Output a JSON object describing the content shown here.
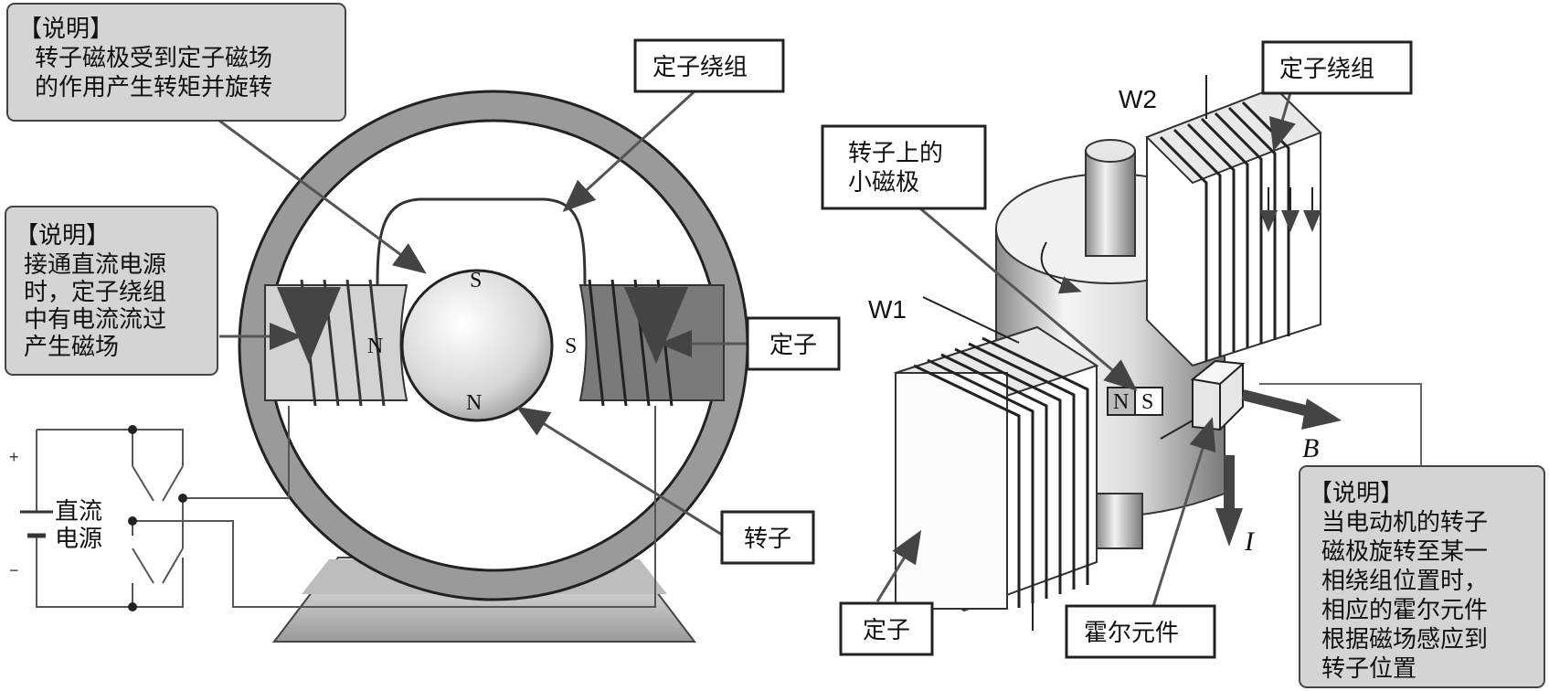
{
  "left": {
    "note_top": {
      "title": "【说明】",
      "line1": "转子磁极受到定子磁场",
      "line2": "的作用产生转矩并旋转"
    },
    "note_mid": {
      "title": "【说明】",
      "line1": "接通直流电源",
      "line2": "时，定子绕组",
      "line3": "中有电流流过",
      "line4": "产生磁场"
    },
    "label_winding": "定子绕组",
    "label_stator": "定子",
    "label_rotor": "转子",
    "pole_s_top": "S",
    "pole_n_bottom": "N",
    "pole_n_left": "N",
    "pole_s_right": "S",
    "supply_line1": "直流",
    "supply_line2": "电源",
    "plus": "+",
    "minus": "−"
  },
  "right": {
    "label_winding": "定子绕组",
    "label_magnet_line1": "转子上的",
    "label_magnet_line2": "小磁极",
    "label_stator": "定子",
    "label_hall": "霍尔元件",
    "w1": "W1",
    "w2": "W2",
    "mag_n": "N",
    "mag_s": "S",
    "arrow_b": "B",
    "arrow_i": "I",
    "note": {
      "title": "【说明】",
      "line1": "当电动机的转子",
      "line2": "磁极旋转至某一",
      "line3": "相绕组位置时，",
      "line4": "相应的霍尔元件",
      "line5": "根据磁场感应到",
      "line6": "转子位置"
    }
  },
  "colors": {
    "note_bg": "#d4d4d4",
    "stator_dark": "#7a7a7a",
    "stator_light": "#d2d2d2",
    "ring": "#9a9a9a",
    "line": "#333333"
  }
}
